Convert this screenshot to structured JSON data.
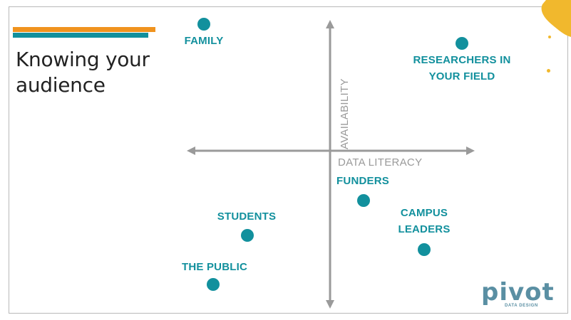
{
  "slide": {
    "title_line1": "Knowing your",
    "title_line2": "audience"
  },
  "axes": {
    "y_label": "AVAILABILITY",
    "x_label": "DATA LITERACY"
  },
  "audiences": [
    {
      "label_lines": [
        "FAMILY"
      ]
    },
    {
      "label_lines": [
        "RESEARCHERS IN",
        "YOUR FIELD"
      ]
    },
    {
      "label_lines": [
        "FUNDERS"
      ]
    },
    {
      "label_lines": [
        "STUDENTS"
      ]
    },
    {
      "label_lines": [
        "CAMPUS",
        "LEADERS"
      ]
    },
    {
      "label_lines": [
        "THE PUBLIC"
      ]
    }
  ],
  "logo": {
    "wordmark": "pivot",
    "tagline": "DATA DESIGN"
  },
  "colors": {
    "teal": "#12909d",
    "orange": "#f0931e",
    "axis_gray": "#9a9a9a",
    "yellow_blob": "#f1b82d"
  }
}
